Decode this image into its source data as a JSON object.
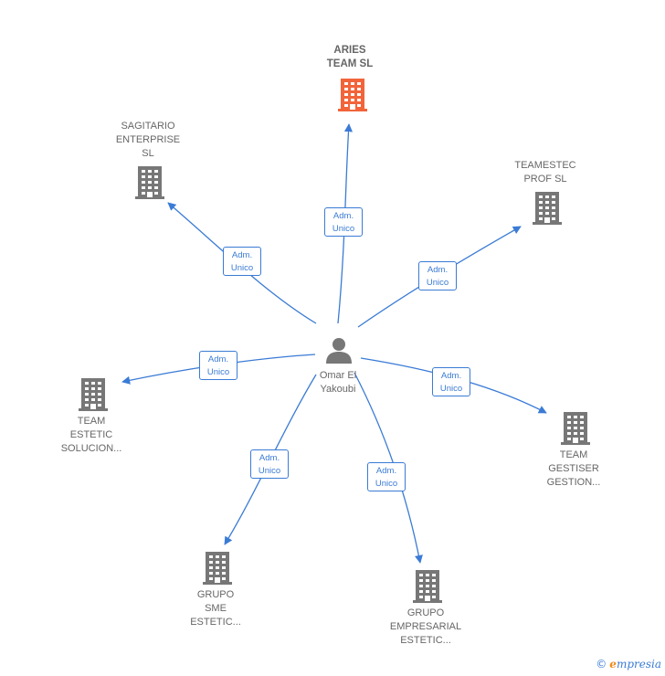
{
  "center": {
    "name": "Omar El\nYakoubi"
  },
  "companies": [
    {
      "id": "aries",
      "name": "ARIES\nTEAM  SL",
      "main": true,
      "color": "#f2643a"
    },
    {
      "id": "sagitario",
      "name": "SAGITARIO\nENTERPRISE\nSL",
      "main": false,
      "color": "#777777"
    },
    {
      "id": "teamestec",
      "name": "TEAMESTEC\nPROF  SL",
      "main": false,
      "color": "#777777"
    },
    {
      "id": "team-estetic",
      "name": "TEAM\nESTETIC\nSOLUCION...",
      "main": false,
      "color": "#777777"
    },
    {
      "id": "team-gestiser",
      "name": "TEAM\nGESTISER\nGESTION...",
      "main": false,
      "color": "#777777"
    },
    {
      "id": "grupo-sme",
      "name": "GRUPO\nSME\nESTETIC...",
      "main": false,
      "color": "#777777"
    },
    {
      "id": "grupo-empresarial",
      "name": "GRUPO\nEMPRESARIAL\nESTETIC...",
      "main": false,
      "color": "#777777"
    }
  ],
  "edges": [
    {
      "to": "aries",
      "label": "Adm.\nUnico"
    },
    {
      "to": "sagitario",
      "label": "Adm.\nUnico"
    },
    {
      "to": "teamestec",
      "label": "Adm.\nUnico"
    },
    {
      "to": "team-estetic",
      "label": "Adm.\nUnico"
    },
    {
      "to": "team-gestiser",
      "label": "Adm.\nUnico"
    },
    {
      "to": "grupo-sme",
      "label": "Adm.\nUnico"
    },
    {
      "to": "grupo-empresarial",
      "label": "Adm.\nUnico"
    }
  ],
  "footer": {
    "copyright": "©",
    "brand_initial": "e",
    "brand_rest": "mpresia"
  },
  "colors": {
    "edge": "#3a7bd5",
    "person": "#777777"
  }
}
